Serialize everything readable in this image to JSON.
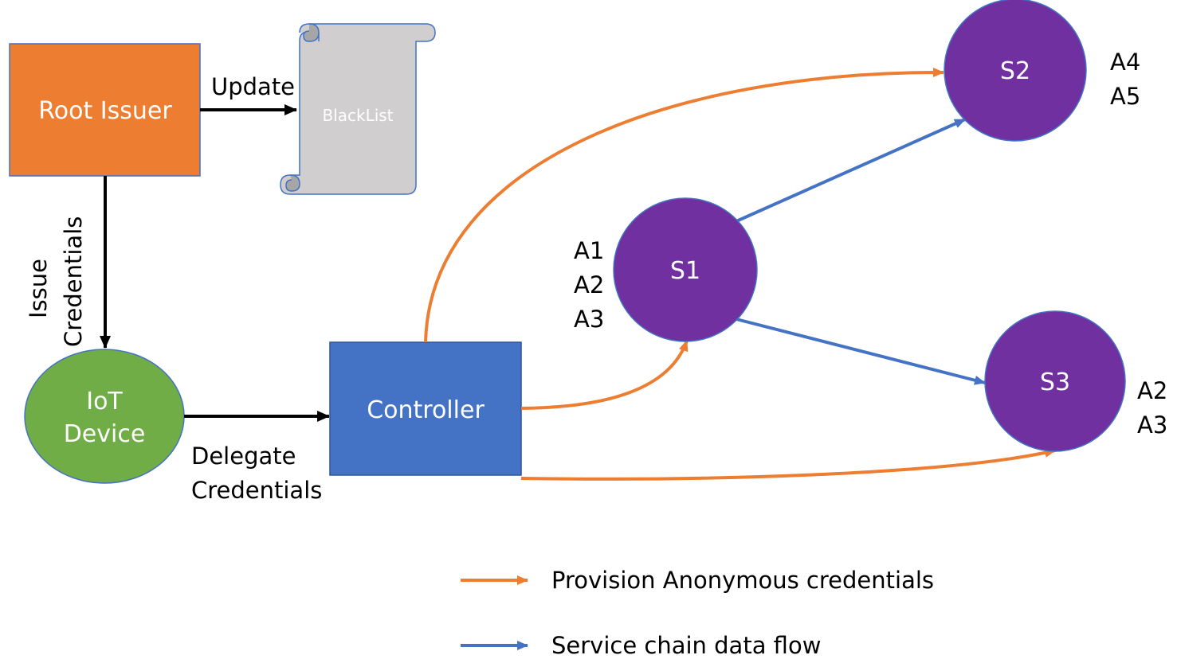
{
  "nodes": {
    "root_issuer": {
      "label": "Root Issuer",
      "color": "#ED7D31"
    },
    "blacklist": {
      "label": "BlackList",
      "color": "#D0CECE"
    },
    "iot_device": {
      "line1": "IoT",
      "line2": "Device",
      "color": "#70AD47"
    },
    "controller": {
      "label": "Controller",
      "color": "#4472C4"
    },
    "s1": {
      "label": "S1",
      "attributes": [
        "A1",
        "A2",
        "A3"
      ],
      "color": "#7030A0"
    },
    "s2": {
      "label": "S2",
      "attributes": [
        "A4",
        "A5"
      ],
      "color": "#7030A0"
    },
    "s3": {
      "label": "S3",
      "attributes": [
        "A2",
        "A3"
      ],
      "color": "#7030A0"
    }
  },
  "edges": {
    "update": "Update",
    "issue": {
      "line1": "Issue",
      "line2": "Credentials"
    },
    "delegate": {
      "line1": "Delegate",
      "line2": "Credentials"
    }
  },
  "legend": {
    "orange": {
      "label": "Provision Anonymous credentials",
      "color": "#ED7D31"
    },
    "blue": {
      "label": "Service chain data flow",
      "color": "#4472C4"
    }
  }
}
